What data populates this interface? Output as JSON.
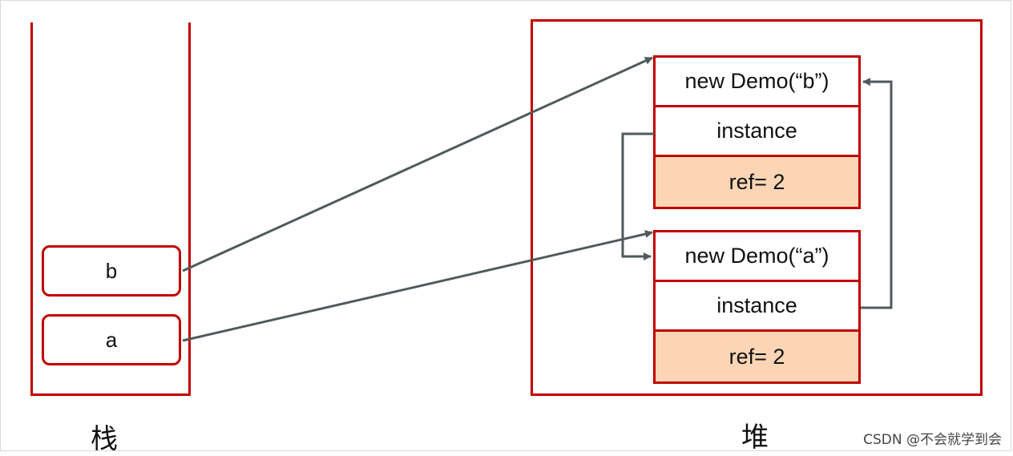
{
  "stack": {
    "label": "栈",
    "vars": [
      {
        "name": "b"
      },
      {
        "name": "a"
      }
    ]
  },
  "heap": {
    "label": "堆",
    "objects": [
      {
        "title": "new Demo(“b”)",
        "field": "instance",
        "ref": "ref= 2"
      },
      {
        "title": "new Demo(“a”)",
        "field": "instance",
        "ref": "ref= 2"
      }
    ]
  },
  "watermark": "CSDN @不会就学到会",
  "colors": {
    "border": "#c00000",
    "ref_fill": "#fbd5b5",
    "arrow": "#505a5c"
  }
}
